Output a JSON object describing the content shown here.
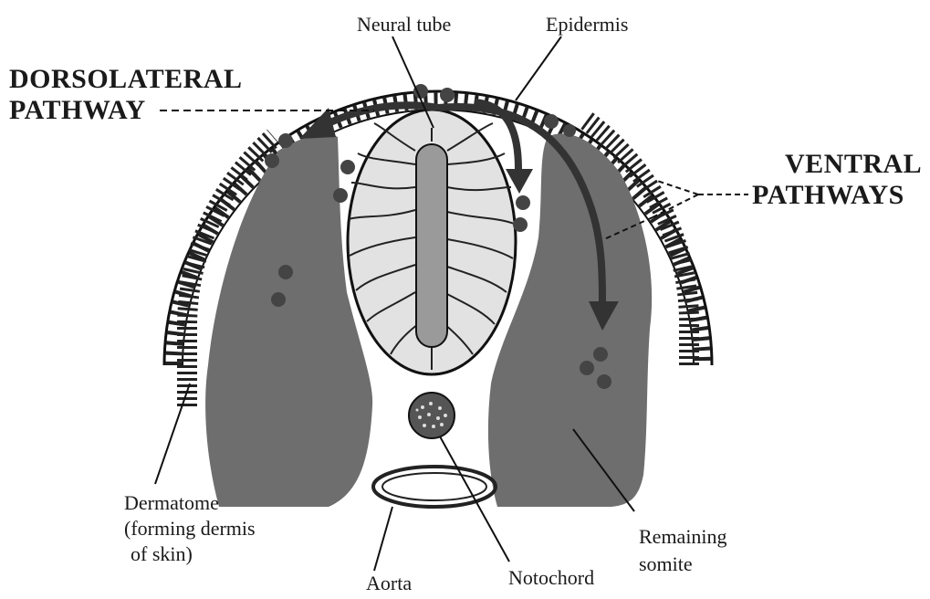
{
  "labels": {
    "neural_tube": "Neural tube",
    "epidermis": "Epidermis",
    "dorsolateral_1": "DORSOLATERAL",
    "dorsolateral_2": "PATHWAY",
    "ventral_1": "VENTRAL",
    "ventral_2": "PATHWAYS",
    "dermatome_1": "Dermatome",
    "dermatome_2": "(forming dermis",
    "dermatome_3": "of skin)",
    "remaining_1": "Remaining",
    "remaining_2": "somite",
    "aorta": "Aorta",
    "notochord": "Notochord"
  },
  "colors": {
    "somite": "#6e6e6e",
    "neural_tube_fill": "#e2e2e2",
    "neural_canal": "#9a9a9a",
    "arrow": "#333333",
    "crest_cells": "#444444",
    "outline": "#111111"
  }
}
